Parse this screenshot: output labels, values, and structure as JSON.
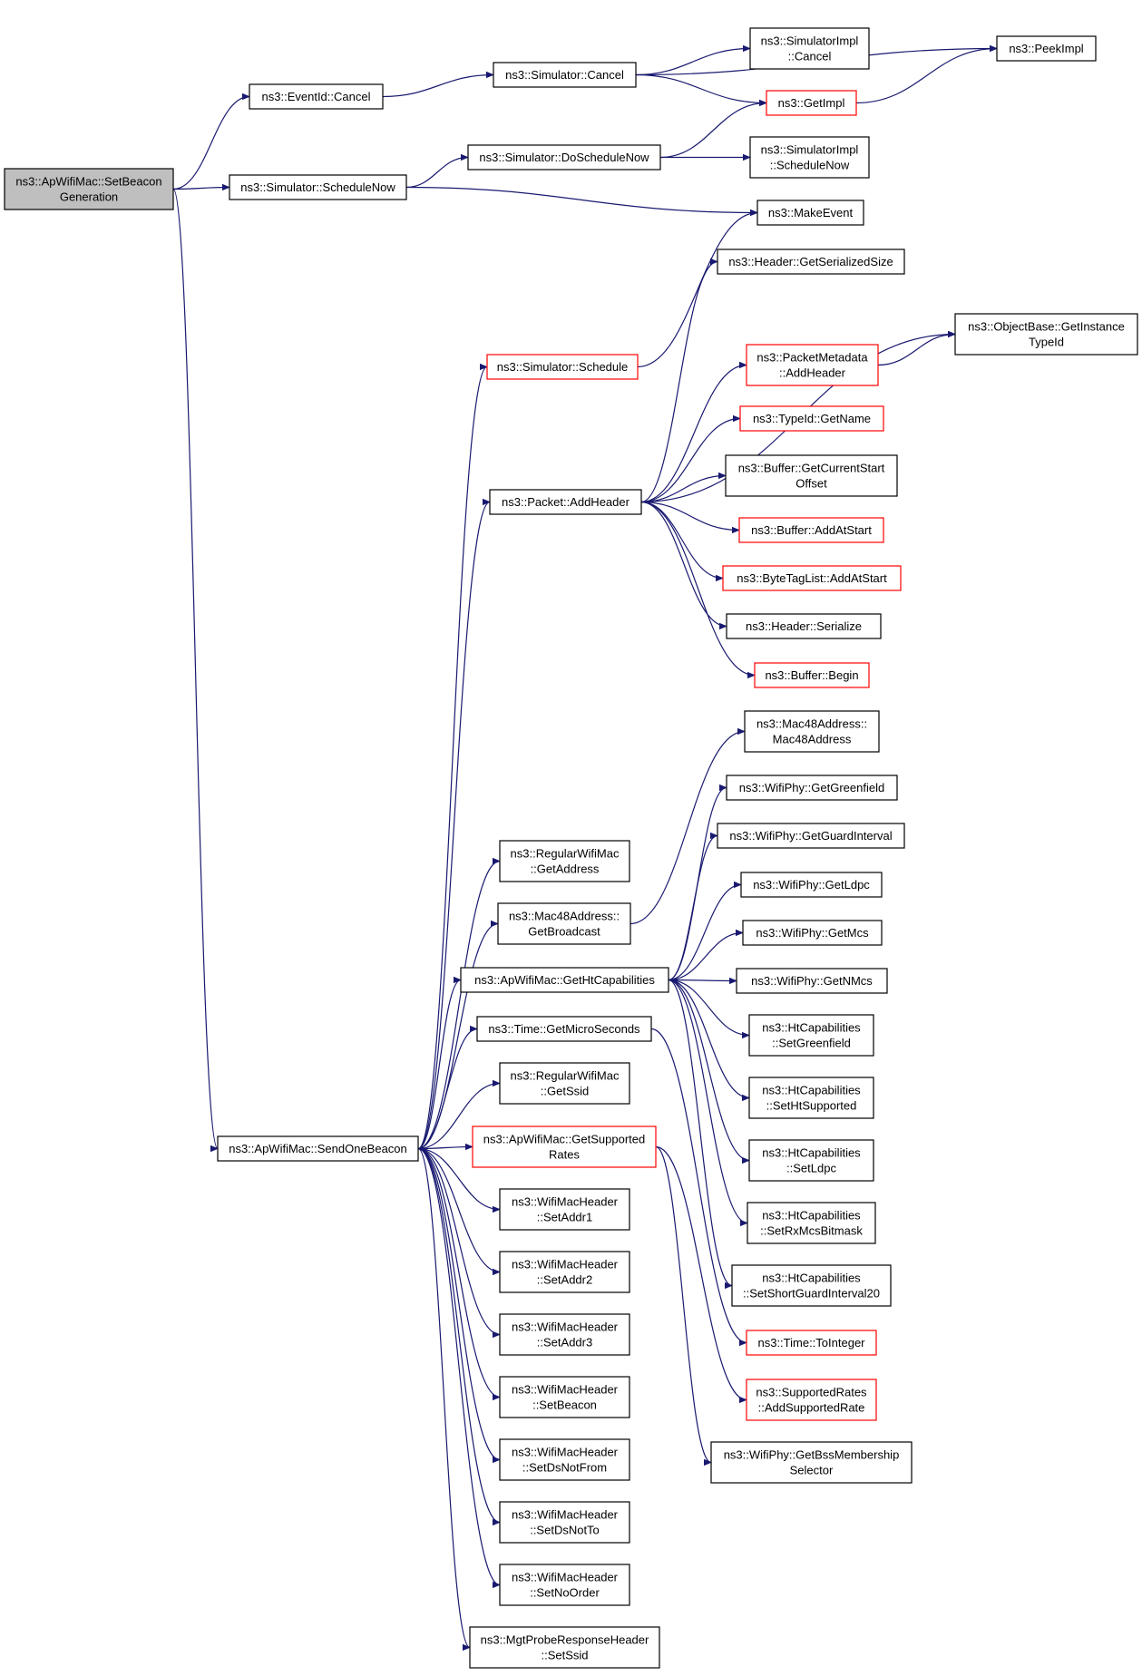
{
  "colors": {
    "edge": "#191970",
    "border_normal": "#000000",
    "border_truncated": "#ff0000",
    "fill_root": "#bfbfbf",
    "fill_normal": "#ffffff"
  },
  "nodes": [
    {
      "id": "setbeacon",
      "lines": [
        "ns3::ApWifiMac::SetBeacon",
        "Generation"
      ],
      "root": true
    },
    {
      "id": "eventcancel",
      "lines": [
        "ns3::EventId::Cancel"
      ]
    },
    {
      "id": "simschedulenow",
      "lines": [
        "ns3::Simulator::ScheduleNow"
      ]
    },
    {
      "id": "simcancel",
      "lines": [
        "ns3::Simulator::Cancel"
      ]
    },
    {
      "id": "simdoschedule",
      "lines": [
        "ns3::Simulator::DoScheduleNow"
      ]
    },
    {
      "id": "simimplcancel",
      "lines": [
        "ns3::SimulatorImpl",
        "::Cancel"
      ]
    },
    {
      "id": "peekimpl",
      "lines": [
        "ns3::PeekImpl"
      ]
    },
    {
      "id": "getimpl",
      "lines": [
        "ns3::GetImpl"
      ],
      "truncated": true
    },
    {
      "id": "simimplschednow",
      "lines": [
        "ns3::SimulatorImpl",
        "::ScheduleNow"
      ]
    },
    {
      "id": "makeevent",
      "lines": [
        "ns3::MakeEvent"
      ]
    },
    {
      "id": "simschedule",
      "lines": [
        "ns3::Simulator::Schedule"
      ],
      "truncated": true
    },
    {
      "id": "headerserializedsize",
      "lines": [
        "ns3::Header::GetSerializedSize"
      ]
    },
    {
      "id": "objbase",
      "lines": [
        "ns3::ObjectBase::GetInstance",
        "TypeId"
      ]
    },
    {
      "id": "pktmetaadd",
      "lines": [
        "ns3::PacketMetadata",
        "::AddHeader"
      ],
      "truncated": true
    },
    {
      "id": "typeidname",
      "lines": [
        "ns3::TypeId::GetName"
      ],
      "truncated": true
    },
    {
      "id": "bufcurstart",
      "lines": [
        "ns3::Buffer::GetCurrentStart",
        "Offset"
      ]
    },
    {
      "id": "packetaddheader",
      "lines": [
        "ns3::Packet::AddHeader"
      ]
    },
    {
      "id": "bufaddatstart",
      "lines": [
        "ns3::Buffer::AddAtStart"
      ],
      "truncated": true
    },
    {
      "id": "bytetagaddatstart",
      "lines": [
        "ns3::ByteTagList::AddAtStart"
      ],
      "truncated": true
    },
    {
      "id": "headerserialize",
      "lines": [
        "ns3::Header::Serialize"
      ]
    },
    {
      "id": "bufbegin",
      "lines": [
        "ns3::Buffer::Begin"
      ],
      "truncated": true
    },
    {
      "id": "mac48ctor",
      "lines": [
        "ns3::Mac48Address::",
        "Mac48Address"
      ]
    },
    {
      "id": "phygreenfield",
      "lines": [
        "ns3::WifiPhy::GetGreenfield"
      ]
    },
    {
      "id": "phyguard",
      "lines": [
        "ns3::WifiPhy::GetGuardInterval"
      ]
    },
    {
      "id": "regaddress",
      "lines": [
        "ns3::RegularWifiMac",
        "::GetAddress"
      ]
    },
    {
      "id": "phyldpc",
      "lines": [
        "ns3::WifiPhy::GetLdpc"
      ]
    },
    {
      "id": "macbroadcast",
      "lines": [
        "ns3::Mac48Address::",
        "GetBroadcast"
      ]
    },
    {
      "id": "phymcs",
      "lines": [
        "ns3::WifiPhy::GetMcs"
      ]
    },
    {
      "id": "gethtcap",
      "lines": [
        "ns3::ApWifiMac::GetHtCapabilities"
      ]
    },
    {
      "id": "phynmcs",
      "lines": [
        "ns3::WifiPhy::GetNMcs"
      ]
    },
    {
      "id": "timemicro",
      "lines": [
        "ns3::Time::GetMicroSeconds"
      ]
    },
    {
      "id": "htsetgreen",
      "lines": [
        "ns3::HtCapabilities",
        "::SetGreenfield"
      ]
    },
    {
      "id": "regssid",
      "lines": [
        "ns3::RegularWifiMac",
        "::GetSsid"
      ]
    },
    {
      "id": "htsetht",
      "lines": [
        "ns3::HtCapabilities",
        "::SetHtSupported"
      ]
    },
    {
      "id": "sendonebeacon",
      "lines": [
        "ns3::ApWifiMac::SendOneBeacon"
      ]
    },
    {
      "id": "getsupported",
      "lines": [
        "ns3::ApWifiMac::GetSupported",
        "Rates"
      ],
      "truncated": true
    },
    {
      "id": "htsetldpc",
      "lines": [
        "ns3::HtCapabilities",
        "::SetLdpc"
      ]
    },
    {
      "id": "setaddr1",
      "lines": [
        "ns3::WifiMacHeader",
        "::SetAddr1"
      ]
    },
    {
      "id": "htsetrxmcs",
      "lines": [
        "ns3::HtCapabilities",
        "::SetRxMcsBitmask"
      ]
    },
    {
      "id": "setaddr2",
      "lines": [
        "ns3::WifiMacHeader",
        "::SetAddr2"
      ]
    },
    {
      "id": "htsetsgi",
      "lines": [
        "ns3::HtCapabilities",
        "::SetShortGuardInterval20"
      ]
    },
    {
      "id": "setaddr3",
      "lines": [
        "ns3::WifiMacHeader",
        "::SetAddr3"
      ]
    },
    {
      "id": "timetoint",
      "lines": [
        "ns3::Time::ToInteger"
      ],
      "truncated": true
    },
    {
      "id": "setbeacon2",
      "lines": [
        "ns3::WifiMacHeader",
        "::SetBeacon"
      ]
    },
    {
      "id": "addsupported",
      "lines": [
        "ns3::SupportedRates",
        "::AddSupportedRate"
      ],
      "truncated": true
    },
    {
      "id": "setdsnotfrom",
      "lines": [
        "ns3::WifiMacHeader",
        "::SetDsNotFrom"
      ]
    },
    {
      "id": "phybss",
      "lines": [
        "ns3::WifiPhy::GetBssMembership",
        "Selector"
      ]
    },
    {
      "id": "setdsnotto",
      "lines": [
        "ns3::WifiMacHeader",
        "::SetDsNotTo"
      ]
    },
    {
      "id": "setnoorder",
      "lines": [
        "ns3::WifiMacHeader",
        "::SetNoOrder"
      ]
    },
    {
      "id": "mgtsetssid",
      "lines": [
        "ns3::MgtProbeResponseHeader",
        "::SetSsid"
      ]
    }
  ],
  "edges": [
    [
      "setbeacon",
      "eventcancel"
    ],
    [
      "setbeacon",
      "simschedulenow"
    ],
    [
      "setbeacon",
      "sendonebeacon"
    ],
    [
      "eventcancel",
      "simcancel"
    ],
    [
      "simcancel",
      "simimplcancel"
    ],
    [
      "simcancel",
      "peekimpl"
    ],
    [
      "simcancel",
      "getimpl"
    ],
    [
      "getimpl",
      "peekimpl"
    ],
    [
      "simschedulenow",
      "simdoschedule"
    ],
    [
      "simschedulenow",
      "makeevent"
    ],
    [
      "simdoschedule",
      "getimpl"
    ],
    [
      "simdoschedule",
      "simimplschednow"
    ],
    [
      "simschedule",
      "makeevent"
    ],
    [
      "pktmetaadd",
      "objbase"
    ],
    [
      "packetaddheader",
      "headerserializedsize"
    ],
    [
      "packetaddheader",
      "objbase"
    ],
    [
      "packetaddheader",
      "pktmetaadd"
    ],
    [
      "packetaddheader",
      "typeidname"
    ],
    [
      "packetaddheader",
      "bufcurstart"
    ],
    [
      "packetaddheader",
      "bufaddatstart"
    ],
    [
      "packetaddheader",
      "bytetagaddatstart"
    ],
    [
      "packetaddheader",
      "headerserialize"
    ],
    [
      "packetaddheader",
      "bufbegin"
    ],
    [
      "sendonebeacon",
      "simschedule"
    ],
    [
      "sendonebeacon",
      "packetaddheader"
    ],
    [
      "sendonebeacon",
      "regaddress"
    ],
    [
      "sendonebeacon",
      "macbroadcast"
    ],
    [
      "sendonebeacon",
      "gethtcap"
    ],
    [
      "sendonebeacon",
      "timemicro"
    ],
    [
      "sendonebeacon",
      "regssid"
    ],
    [
      "sendonebeacon",
      "getsupported"
    ],
    [
      "sendonebeacon",
      "setaddr1"
    ],
    [
      "sendonebeacon",
      "setaddr2"
    ],
    [
      "sendonebeacon",
      "setaddr3"
    ],
    [
      "sendonebeacon",
      "setbeacon2"
    ],
    [
      "sendonebeacon",
      "setdsnotfrom"
    ],
    [
      "sendonebeacon",
      "setdsnotto"
    ],
    [
      "sendonebeacon",
      "setnoorder"
    ],
    [
      "sendonebeacon",
      "mgtsetssid"
    ],
    [
      "macbroadcast",
      "mac48ctor"
    ],
    [
      "gethtcap",
      "phygreenfield"
    ],
    [
      "gethtcap",
      "phyguard"
    ],
    [
      "gethtcap",
      "phyldpc"
    ],
    [
      "gethtcap",
      "phymcs"
    ],
    [
      "gethtcap",
      "phynmcs"
    ],
    [
      "gethtcap",
      "htsetgreen"
    ],
    [
      "gethtcap",
      "htsetht"
    ],
    [
      "gethtcap",
      "htsetldpc"
    ],
    [
      "gethtcap",
      "htsetrxmcs"
    ],
    [
      "gethtcap",
      "htsetsgi"
    ],
    [
      "timemicro",
      "timetoint"
    ],
    [
      "getsupported",
      "addsupported"
    ],
    [
      "getsupported",
      "phybss"
    ]
  ]
}
